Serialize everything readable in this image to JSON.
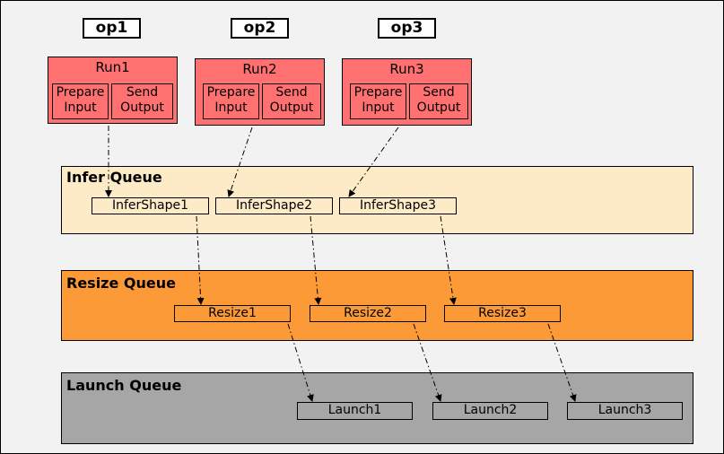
{
  "ops": [
    {
      "label": "op1",
      "run": "Run1",
      "prepare": "Prepare\nInput",
      "send": "Send\nOutput"
    },
    {
      "label": "op2",
      "run": "Run2",
      "prepare": "Prepare\nInput",
      "send": "Send\nOutput"
    },
    {
      "label": "op3",
      "run": "Run3",
      "prepare": "Prepare\nInput",
      "send": "Send\nOutput"
    }
  ],
  "queues": {
    "infer": {
      "title": "Infer Queue",
      "tasks": [
        "InferShape1",
        "InferShape2",
        "InferShape3"
      ],
      "color": "#fdeac6"
    },
    "resize": {
      "title": "Resize Queue",
      "tasks": [
        "Resize1",
        "Resize2",
        "Resize3"
      ],
      "color": "#fd9a38"
    },
    "launch": {
      "title": "Launch Queue",
      "tasks": [
        "Launch1",
        "Launch2",
        "Launch3"
      ],
      "color": "#a6a6a6"
    }
  },
  "colors": {
    "run_box": "#ff7070",
    "background": "#f2f2f2"
  }
}
